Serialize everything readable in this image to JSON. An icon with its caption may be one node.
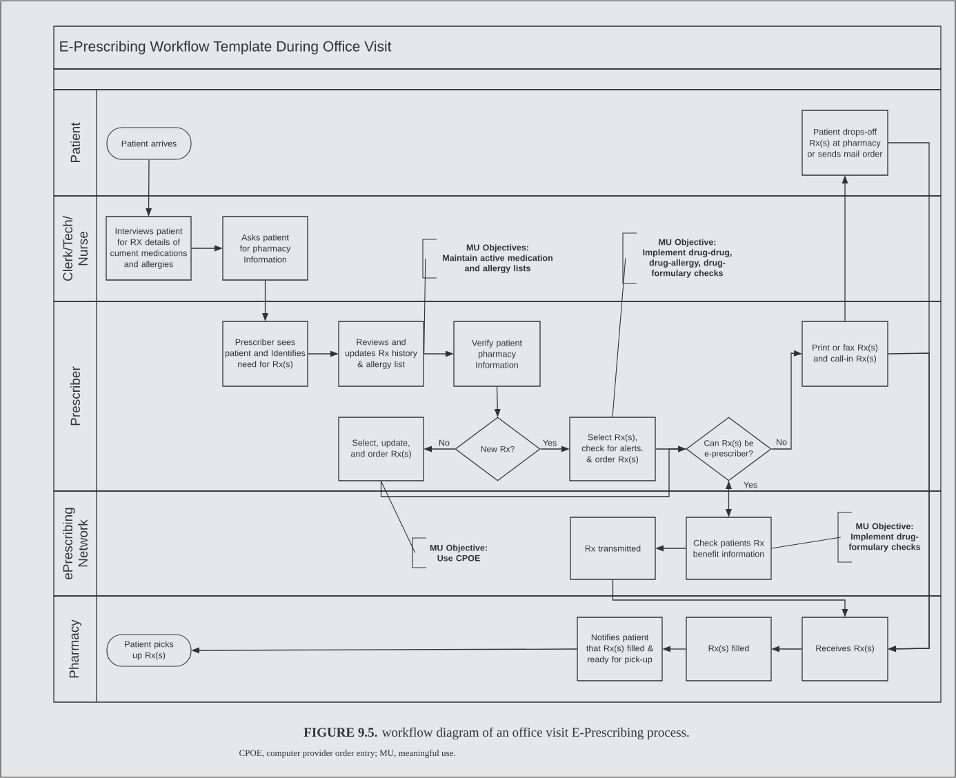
{
  "diagram": {
    "title": "E-Prescribing Workflow Template During Office Visit",
    "caption": "**FIGURE 9.5.** workflow diagram of an office visit E-Prescribing process.",
    "nodes": [
      {
        "text": [
          "Patient"
        ]
      },
      {
        "text": [
          "Clerk/Tech/ Nurse"
        ]
      },
      {
        "text": [
          "Prescriber"
        ]
      },
      {
        "text": [
          "ePrescribing Network"
        ]
      },
      {
        "text": [
          "Pharmacy"
        ]
      },
      {
        "text": [
          "Patient arrives"
        ],
        "in": 0
      },
      {
        "text": [
          "Patient drops-off Rx(s) at pharmacy or sends mail order"
        ],
        "in": 0
      },
      {
        "text": [
          "Interviews patient for RX details of cument medications and allergies"
        ],
        "in": 1
      },
      {
        "text": [
          "Asks patient for pharmacy Information"
        ],
        "in": 1
      },
      {
        "text": [
          "MU Objectives:",
          "Maintain active medication and allergy lists"
        ],
        "in": 1
      },
      {
        "text": [
          "MU Objective:",
          "Implement drug-drug, drug-allergy, drug-formulary checks"
        ],
        "in": 1
      },
      {
        "text": [
          "Prescriber sees patient and Identifies need for Rx(s)"
        ],
        "in": 2
      },
      {
        "text": [
          "Reviews and updates Rx history & allergy list"
        ],
        "in": 2
      },
      {
        "text": [
          "Verify patient pharmacy Information"
        ],
        "in": 2
      },
      {
        "text": [
          "Print or fax Rx(s) and call-in Rx(s)"
        ],
        "in": 2
      },
      {
        "text": [
          "Select, update, and order Rx(s)"
        ],
        "in": 2
      },
      {
        "text": [
          "New Rx?"
        ],
        "in": 2
      },
      {
        "text": [
          "Select Rx(s), check for alerts. & order Rx(s)"
        ],
        "in": 2
      },
      {
        "text": [
          "Can Rx(s) be e-prescriber?"
        ],
        "in": 2
      },
      {
        "text": [
          "Rx transmitted"
        ],
        "in": 3
      },
      {
        "text": [
          "Check patients Rx benefit information"
        ],
        "in": 3
      },
      {
        "text": [
          "MU Objective:",
          "Use CPOE"
        ],
        "in": 3
      },
      {
        "text": [
          "MU Objective:",
          "Implement drug-formulary checks"
        ],
        "in": 3
      },
      {
        "text": [
          "Patient picks up Rx(s)"
        ],
        "in": 4
      },
      {
        "text": [
          "Notifies patient that Rx(s) filled & ready for pick-up"
        ],
        "in": 4
      },
      {
        "text": [
          "Rx(s) filled"
        ],
        "in": 4
      },
      {
        "text": [
          "Receives Rx(s)"
        ],
        "in": 4
      }
    ],
    "edges": [
      {
        "from": 5,
        "to": 7,
        "arrow": "to"
      },
      {
        "from": 7,
        "to": 8,
        "arrow": "to"
      },
      {
        "from": 8,
        "to": 11,
        "arrow": "to"
      },
      {
        "from": 11,
        "to": 12,
        "arrow": "to"
      },
      {
        "from": 12,
        "to": 13,
        "arrow": "to"
      },
      {
        "from": 13,
        "to": 16,
        "arrow": "to"
      },
      {
        "from": 16,
        "to": 15,
        "arrow": "to",
        "label": "No"
      },
      {
        "from": 16,
        "to": 17,
        "arrow": "to",
        "label": "Yes"
      },
      {
        "from": 17,
        "to": 18,
        "arrow": "to"
      },
      {
        "from": 15,
        "to": 18,
        "arrow": "to"
      },
      {
        "from": 18,
        "to": 14,
        "arrow": "to",
        "label": "No"
      },
      {
        "from": 18,
        "to": 20,
        "arrow": "both",
        "label": "Yes"
      },
      {
        "from": 20,
        "to": 19,
        "arrow": "to"
      },
      {
        "from": 19,
        "to": 26,
        "arrow": "to"
      },
      {
        "from": 14,
        "to": 6,
        "arrow": "to"
      },
      {
        "from": 14,
        "to": 26,
        "arrow": "to"
      },
      {
        "from": 6,
        "to": 26,
        "arrow": "to"
      },
      {
        "from": 26,
        "to": 25,
        "arrow": "to"
      },
      {
        "from": 25,
        "to": 24,
        "arrow": "to"
      },
      {
        "from": 24,
        "to": 23,
        "arrow": "to"
      },
      {
        "from": 9,
        "to": 12,
        "arrow": "none"
      },
      {
        "from": 10,
        "to": 17,
        "arrow": "none"
      },
      {
        "from": 21,
        "to": 15,
        "arrow": "none"
      },
      {
        "from": 22,
        "to": 20,
        "arrow": "none"
      }
    ],
    "labels": [
      "CPOE, computer provider order entry; MU, meaningful use."
    ]
  }
}
